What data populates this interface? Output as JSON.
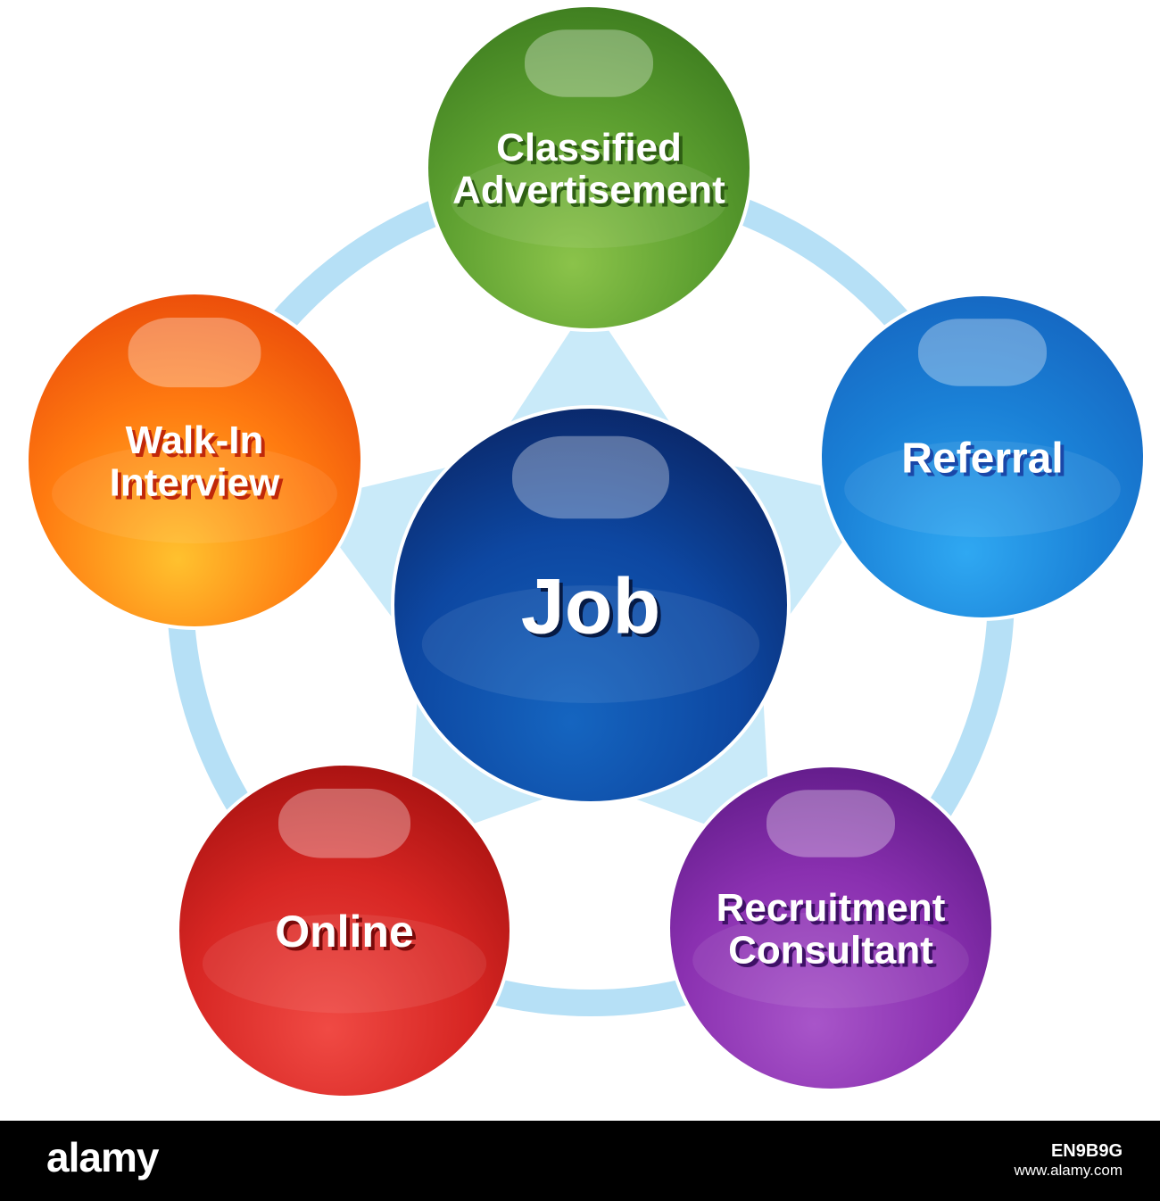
{
  "diagram": {
    "center": {
      "label_lines": [
        "Job"
      ],
      "colors": {
        "light": "#1565C0",
        "mid": "#0D47A1",
        "dark": "#0A2463"
      }
    },
    "nodes": [
      {
        "id": "classified-advertisement",
        "label_lines": [
          "Classified",
          "Advertisement"
        ],
        "colors": {
          "light": "#8BC34A",
          "mid": "#5B9E2F",
          "dark": "#3B7A1E"
        },
        "shadow": "#2E5E14"
      },
      {
        "id": "referral",
        "label_lines": [
          "Referral"
        ],
        "colors": {
          "light": "#2FA8F2",
          "mid": "#1A80D6",
          "dark": "#1565C0"
        },
        "shadow": "#1A47A8"
      },
      {
        "id": "recruitment-consultant",
        "label_lines": [
          "Recruitment",
          "Consultant"
        ],
        "colors": {
          "light": "#A855C9",
          "mid": "#8A30B0",
          "dark": "#5E1A86"
        },
        "shadow": "#3E1166"
      },
      {
        "id": "online",
        "label_lines": [
          "Online"
        ],
        "colors": {
          "light": "#F04A44",
          "mid": "#D72623",
          "dark": "#A3100F"
        },
        "shadow": "#7A0A0A"
      },
      {
        "id": "walk-in-interview",
        "label_lines": [
          "Walk-In",
          "Interview"
        ],
        "colors": {
          "light": "#FFC12E",
          "mid": "#FF7A10",
          "dark": "#E9480A"
        },
        "shadow": "#C0280A"
      }
    ],
    "ring_color": "#B6E0F6",
    "star_color": "#C9EAF9"
  },
  "watermark": {
    "footer_logo": "alamy",
    "footer_image_id": "EN9B9G",
    "footer_site": "www.alamy.com",
    "background_color": "#000000"
  }
}
